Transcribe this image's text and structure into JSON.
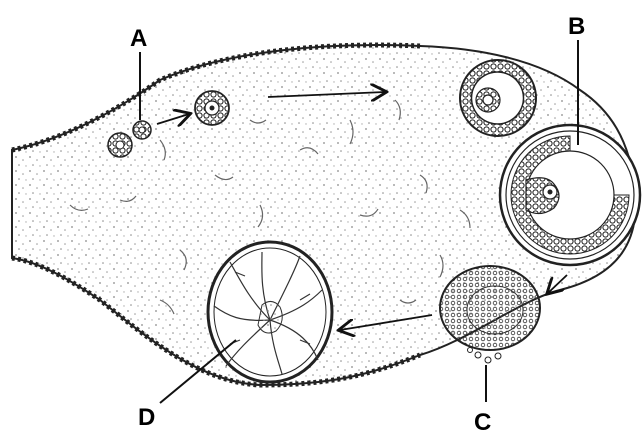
{
  "labels": {
    "a": "A",
    "b": "B",
    "c": "C",
    "d": "D"
  },
  "colors": {
    "ink": "#222222",
    "stroma": "#f4f4f4"
  }
}
